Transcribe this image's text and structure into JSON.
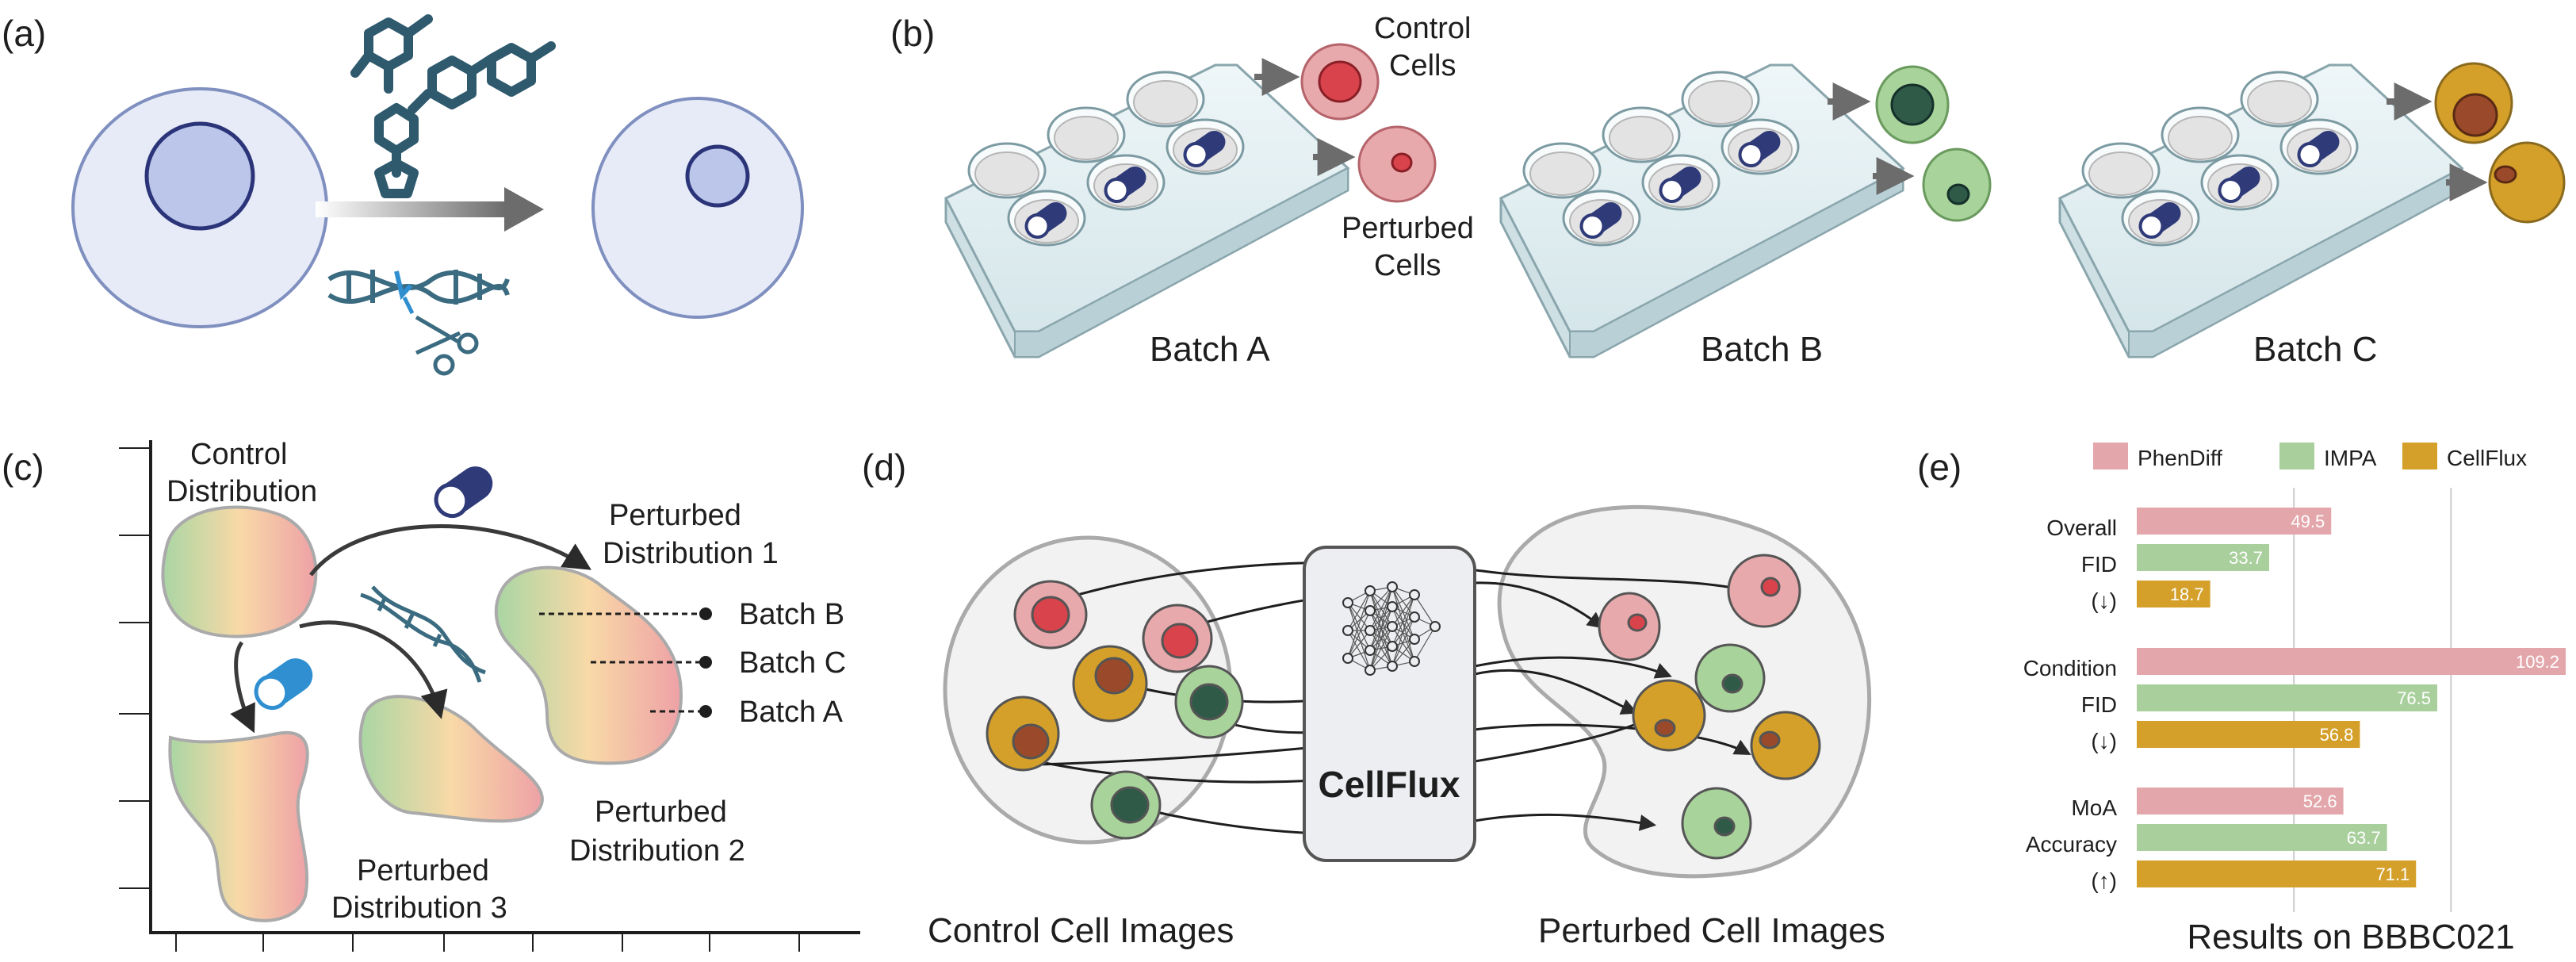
{
  "panels": {
    "a": "(a)",
    "b": "(b)",
    "c": "(c)",
    "d": "(d)",
    "e": "(e)"
  },
  "panel_b": {
    "control_label": [
      "Control",
      "Cells"
    ],
    "perturbed_label": [
      "Perturbed",
      "Cells"
    ],
    "batches": [
      "Batch A",
      "Batch B",
      "Batch C"
    ]
  },
  "panel_c": {
    "control_label": [
      "Control",
      "Distribution"
    ],
    "perturbed_1": [
      "Perturbed",
      "Distribution 1"
    ],
    "perturbed_2": [
      "Perturbed",
      "Distribution 2"
    ],
    "perturbed_3": [
      "Perturbed",
      "Distribution 3"
    ],
    "batch_marks": [
      "Batch B",
      "Batch C",
      "Batch A"
    ]
  },
  "panel_d": {
    "model_name": "CellFlux",
    "left_caption": "Control Cell Images",
    "right_caption": "Perturbed Cell Images"
  },
  "colors": {
    "phendiff": "#e3a7ab",
    "impa": "#a8cf9c",
    "cellflux": "#d4a02a",
    "navy": "#2f3a78",
    "cell_fill": "#e6ebf7",
    "nucleus_fill": "#bcc6ea"
  },
  "chart_data": {
    "type": "bar",
    "orientation": "horizontal",
    "title": "Results on BBBC021",
    "categories": [
      [
        "Overall",
        "FID",
        "(↓)"
      ],
      [
        "Condition",
        "FID",
        "(↓)"
      ],
      [
        "MoA",
        "Accuracy",
        "(↑)"
      ]
    ],
    "legend_position": "top",
    "grid": true,
    "series": [
      {
        "name": "PhenDiff",
        "values": [
          49.5,
          109.2,
          52.6
        ],
        "labels": [
          "49.5",
          "109.2",
          "52.6"
        ]
      },
      {
        "name": "IMPA",
        "values": [
          33.7,
          76.5,
          63.7
        ],
        "labels": [
          "33.7",
          "76.5",
          "63.7"
        ]
      },
      {
        "name": "CellFlux",
        "values": [
          18.7,
          56.8,
          71.1
        ],
        "labels": [
          "18.7",
          "56.8",
          "71.1"
        ]
      }
    ]
  }
}
